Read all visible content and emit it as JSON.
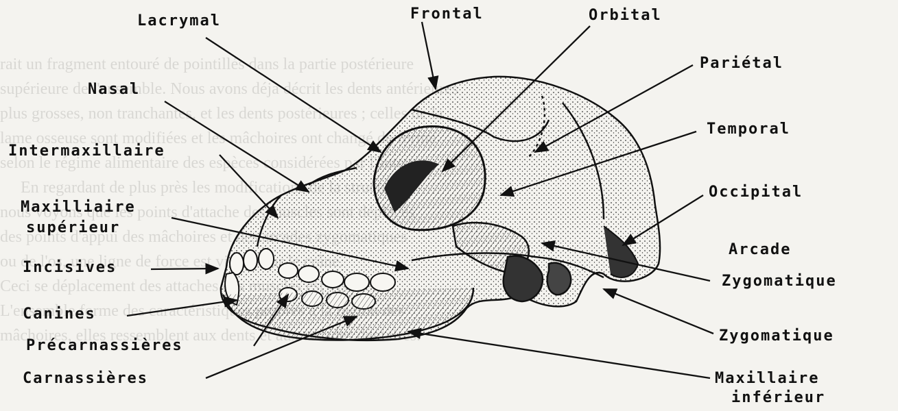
{
  "labels": {
    "lacrymal": "Lacrymal",
    "frontal": "Frontal",
    "orbital": "Orbital",
    "parietal": "Pariétal",
    "nasal": "Nasal",
    "temporal": "Temporal",
    "intermaxillaire": "Intermaxillaire",
    "occipital": "Occipital",
    "maxillaire_superieur_1": "Maxilliaire",
    "maxillaire_superieur_2": "supérieur",
    "arcade": "Arcade",
    "incisives": "Incisives",
    "zygomatique_1": "Zygomatique",
    "canines": "Canines",
    "zygomatique_2": "Zygomatique",
    "precarnassieres": "Précarnassières",
    "carnassieres": "Carnassières",
    "maxillaire_inferieur_1": "Maxillaire",
    "maxillaire_inferieur_2": "inférieur"
  },
  "colors": {
    "ink": "#111111",
    "paper": "#f4f3ef"
  }
}
